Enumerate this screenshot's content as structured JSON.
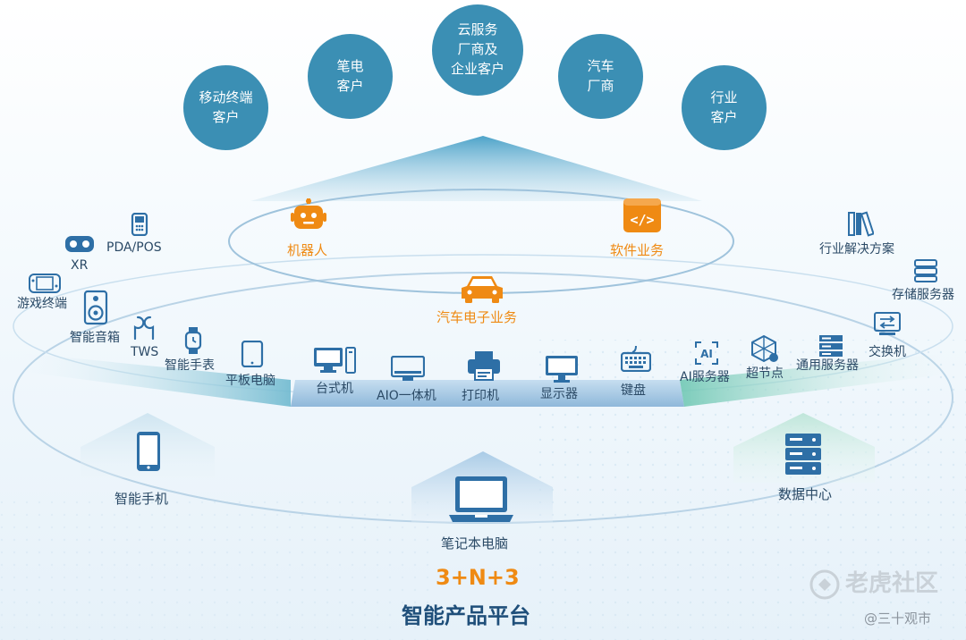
{
  "customers": [
    {
      "label": "移动终端\n客户"
    },
    {
      "label": "笔电\n客户"
    },
    {
      "label": "云服务\n厂商及\n企业客户"
    },
    {
      "label": "汽车\n厂商"
    },
    {
      "label": "行业\n客户"
    }
  ],
  "core_businesses": {
    "robot": "机器人",
    "software": "软件业务",
    "auto": "汽车电子业务"
  },
  "left_devices": {
    "pda": "PDA/POS",
    "xr": "XR",
    "game": "游戏终端",
    "speaker": "智能音箱",
    "tws": "TWS",
    "watch": "智能手表",
    "tablet": "平板电脑"
  },
  "center_devices": {
    "desktop": "台式机",
    "aio": "AIO一体机",
    "printer": "打印机",
    "monitor": "显示器",
    "keyboard": "键盘"
  },
  "right_devices": {
    "industry": "行业解决方案",
    "storage": "存储服务器",
    "switch": "交换机",
    "ai_server": "AI服务器",
    "supernode": "超节点",
    "general_server": "通用服务器"
  },
  "pillars": {
    "phone": "智能手机",
    "laptop": "笔记本电脑",
    "datacenter": "数据中心"
  },
  "platform": {
    "formula": "3+N+3",
    "name": "智能产品平台"
  },
  "watermark": {
    "community": "老虎社区",
    "author": "@三十观市"
  },
  "colors": {
    "bubble": "#3b8fb4",
    "orange": "#ef8a13",
    "icon_blue": "#2e6fa6",
    "text": "#2b4a66"
  }
}
